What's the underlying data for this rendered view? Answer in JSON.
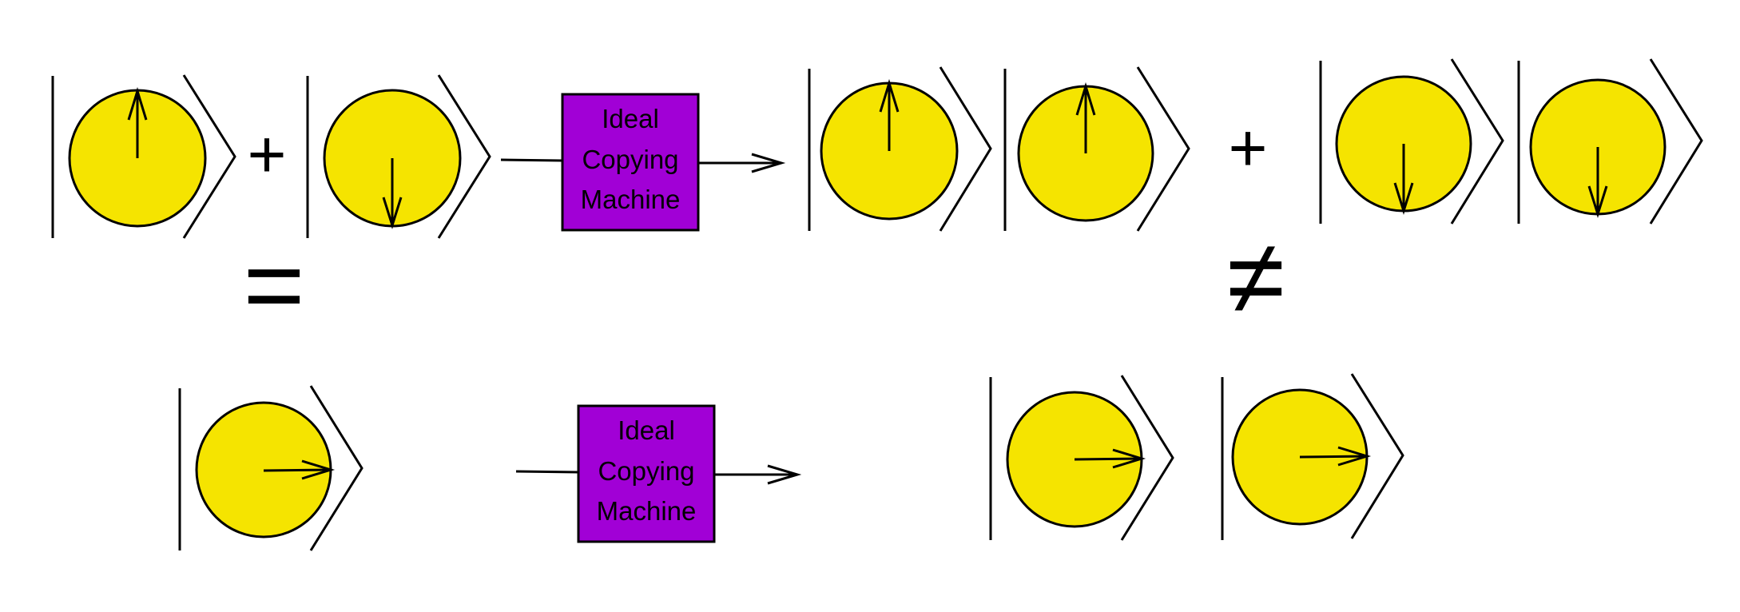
{
  "colors": {
    "qubit_fill": "#F5E400",
    "machine_fill": "#A100D6",
    "stroke": "#000000",
    "background": "#FFFFFF"
  },
  "top_row": {
    "input": [
      {
        "state": "up"
      },
      {
        "operator": "+"
      },
      {
        "state": "down"
      }
    ],
    "machine": {
      "lines": [
        "Ideal",
        "Copying",
        "Machine"
      ]
    },
    "output": [
      {
        "state": "up"
      },
      {
        "state": "up"
      },
      {
        "operator": "+"
      },
      {
        "state": "down"
      },
      {
        "state": "down"
      }
    ]
  },
  "relations": {
    "left": "=",
    "right": "≠"
  },
  "bottom_row": {
    "input": [
      {
        "state": "right"
      }
    ],
    "machine": {
      "lines": [
        "Ideal",
        "Copying",
        "Machine"
      ]
    },
    "output": [
      {
        "state": "right"
      },
      {
        "state": "right"
      }
    ]
  }
}
